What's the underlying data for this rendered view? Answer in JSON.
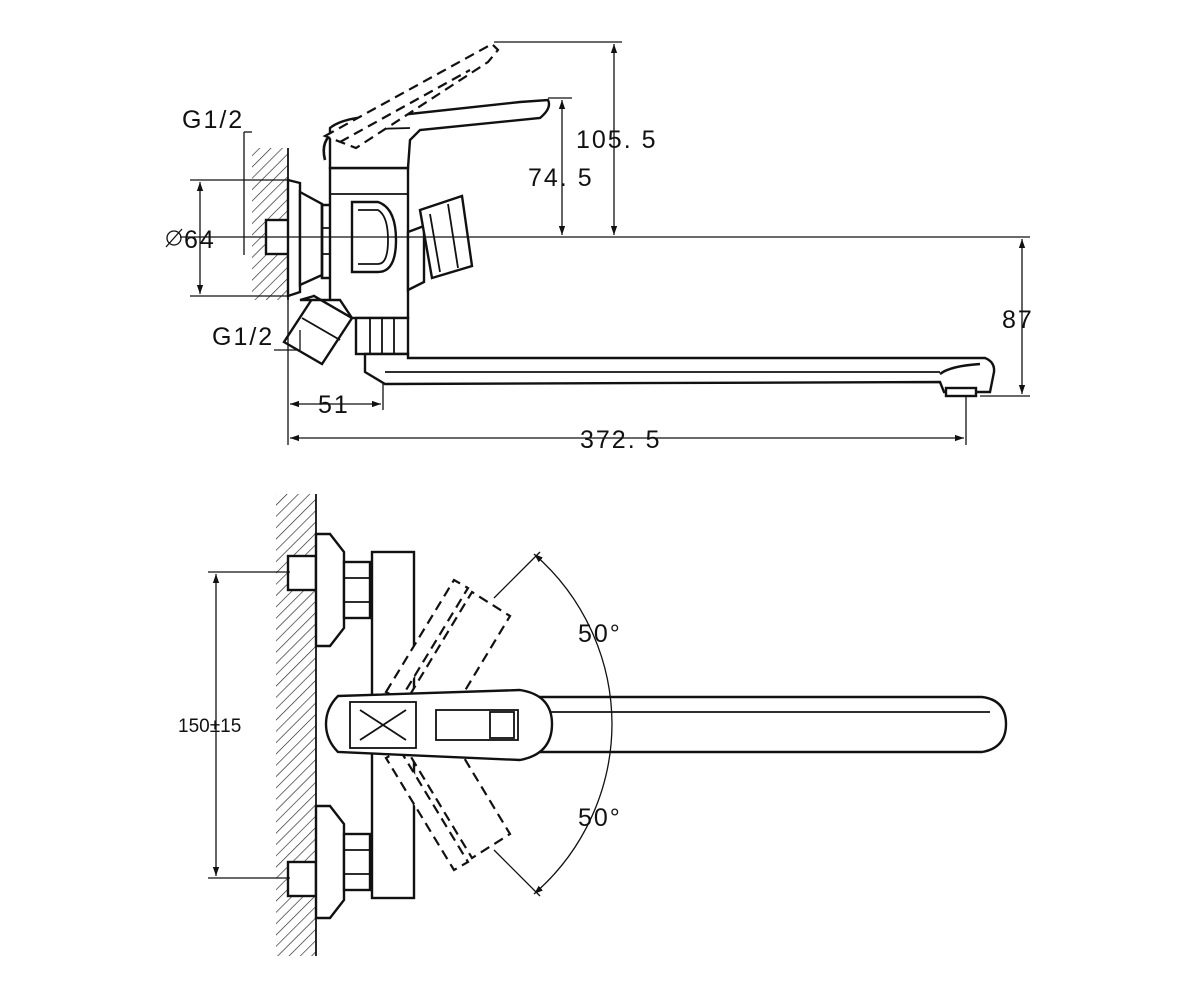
{
  "side_view": {
    "inlet_thread_top": "G1/2",
    "inlet_thread_bottom": "G1/2",
    "flange_diameter": "64",
    "height_lever_open": "105. 5",
    "height_lever_closed": "74. 5",
    "spout_height": "87",
    "wall_to_body_axis": "51",
    "overall_length": "372. 5"
  },
  "top_view": {
    "inlet_spacing": "150±15",
    "lever_angle_upper": "50°",
    "lever_angle_lower": "50°"
  }
}
